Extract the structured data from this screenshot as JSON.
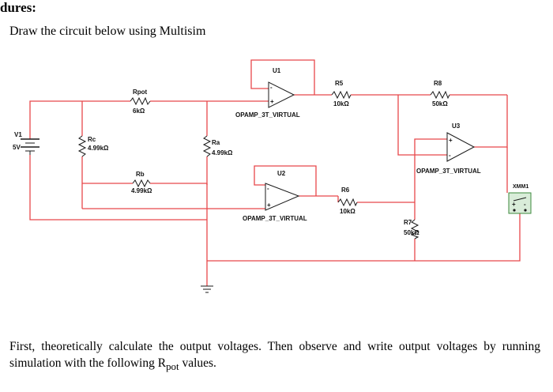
{
  "heading": "dures:",
  "instruction": "Draw the circuit below using Multisim",
  "paragraph": {
    "part1": "First, theoretically calculate the output voltages. Then observe and write output voltages by running simulation with the following R",
    "subscript": "pot",
    "part2": " values."
  },
  "components": {
    "U1": {
      "name": "U1",
      "model": "OPAMP_3T_VIRTUAL"
    },
    "U2": {
      "name": "U2",
      "model": "OPAMP_3T_VIRTUAL"
    },
    "U3": {
      "name": "U3",
      "model": "OPAMP_3T_VIRTUAL"
    },
    "V1": {
      "name": "V1",
      "value": "5V"
    },
    "Rpot": {
      "name": "Rpot",
      "value": "6kΩ"
    },
    "Rc": {
      "name": "Rc",
      "value": "4.99kΩ"
    },
    "Ra": {
      "name": "Ra",
      "value": "4.99kΩ"
    },
    "Rb": {
      "name": "Rb",
      "value": "4.99kΩ"
    },
    "R5": {
      "name": "R5",
      "value": "10kΩ"
    },
    "R6": {
      "name": "R6",
      "value": "10kΩ"
    },
    "R7": {
      "name": "R7",
      "value": "50kΩ"
    },
    "R8": {
      "name": "R8",
      "value": "50kΩ"
    },
    "XMM1": {
      "name": "XMM1"
    }
  },
  "pins": {
    "plus": "+",
    "minus": "-"
  },
  "colors": {
    "wire": "#e8474a",
    "component": "#1a1a1a",
    "meter_fill": "#d9ecd9",
    "meter_stroke": "#3c8a3c"
  }
}
